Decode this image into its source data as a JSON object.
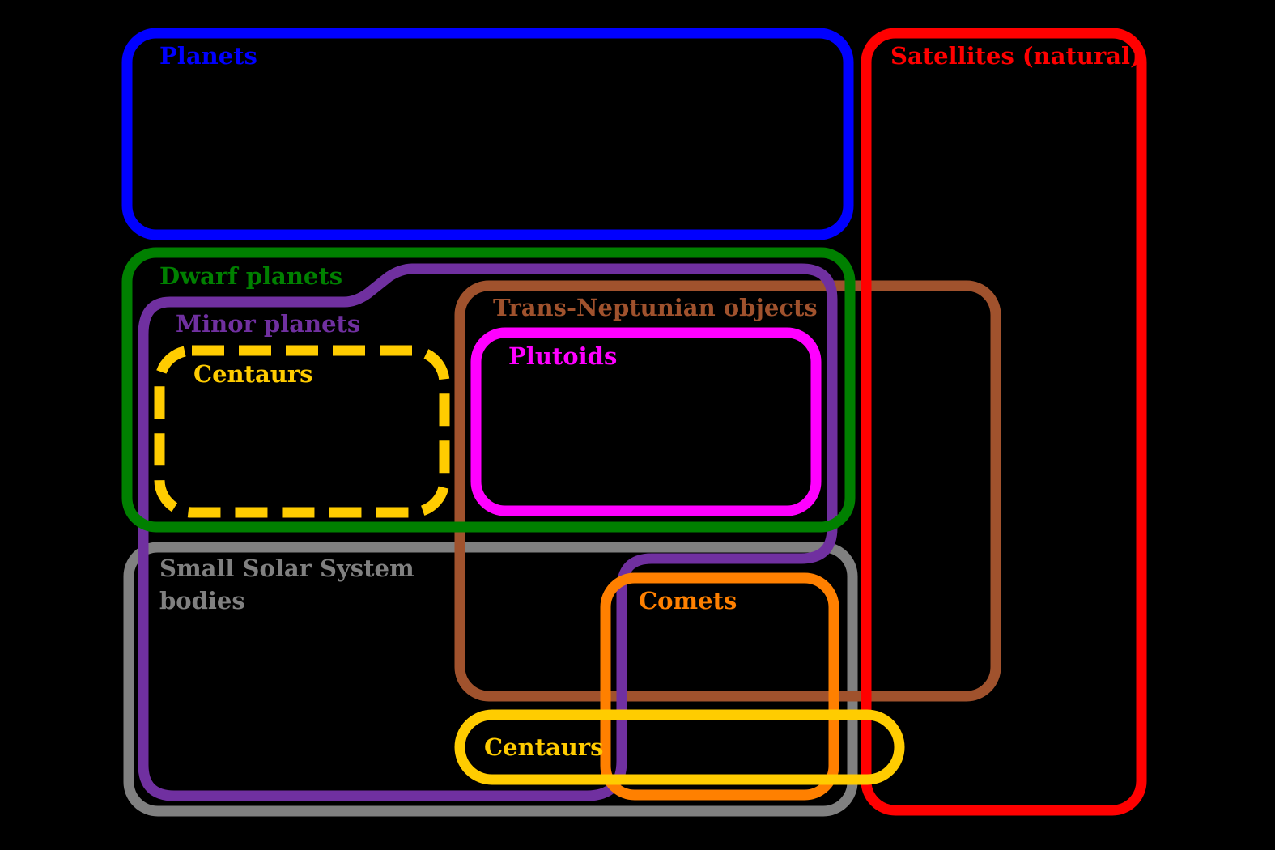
{
  "background": "#000000",
  "sets": {
    "planets": {
      "label": "Planets",
      "color": "#0000ff"
    },
    "satellites": {
      "label": "Satellites (natural)",
      "color": "#ff0000"
    },
    "dwarf_planets": {
      "label": "Dwarf planets",
      "color": "#008000"
    },
    "minor_planets": {
      "label": "Minor planets",
      "color": "#7030a0"
    },
    "centaurs_dwarf": {
      "label": "Centaurs",
      "color": "#ffcc00",
      "style": "dashed"
    },
    "tno": {
      "label": "Trans-Neptunian objects",
      "color": "#a0522d"
    },
    "plutoids": {
      "label": "Plutoids",
      "color": "#ff00ff"
    },
    "sssb": {
      "label_line1": "Small Solar System",
      "label_line2": "bodies",
      "color": "#808080"
    },
    "comets": {
      "label": "Comets",
      "color": "#ff8000"
    },
    "centaurs_sssb": {
      "label": "Centaurs",
      "color": "#ffcc00"
    }
  }
}
